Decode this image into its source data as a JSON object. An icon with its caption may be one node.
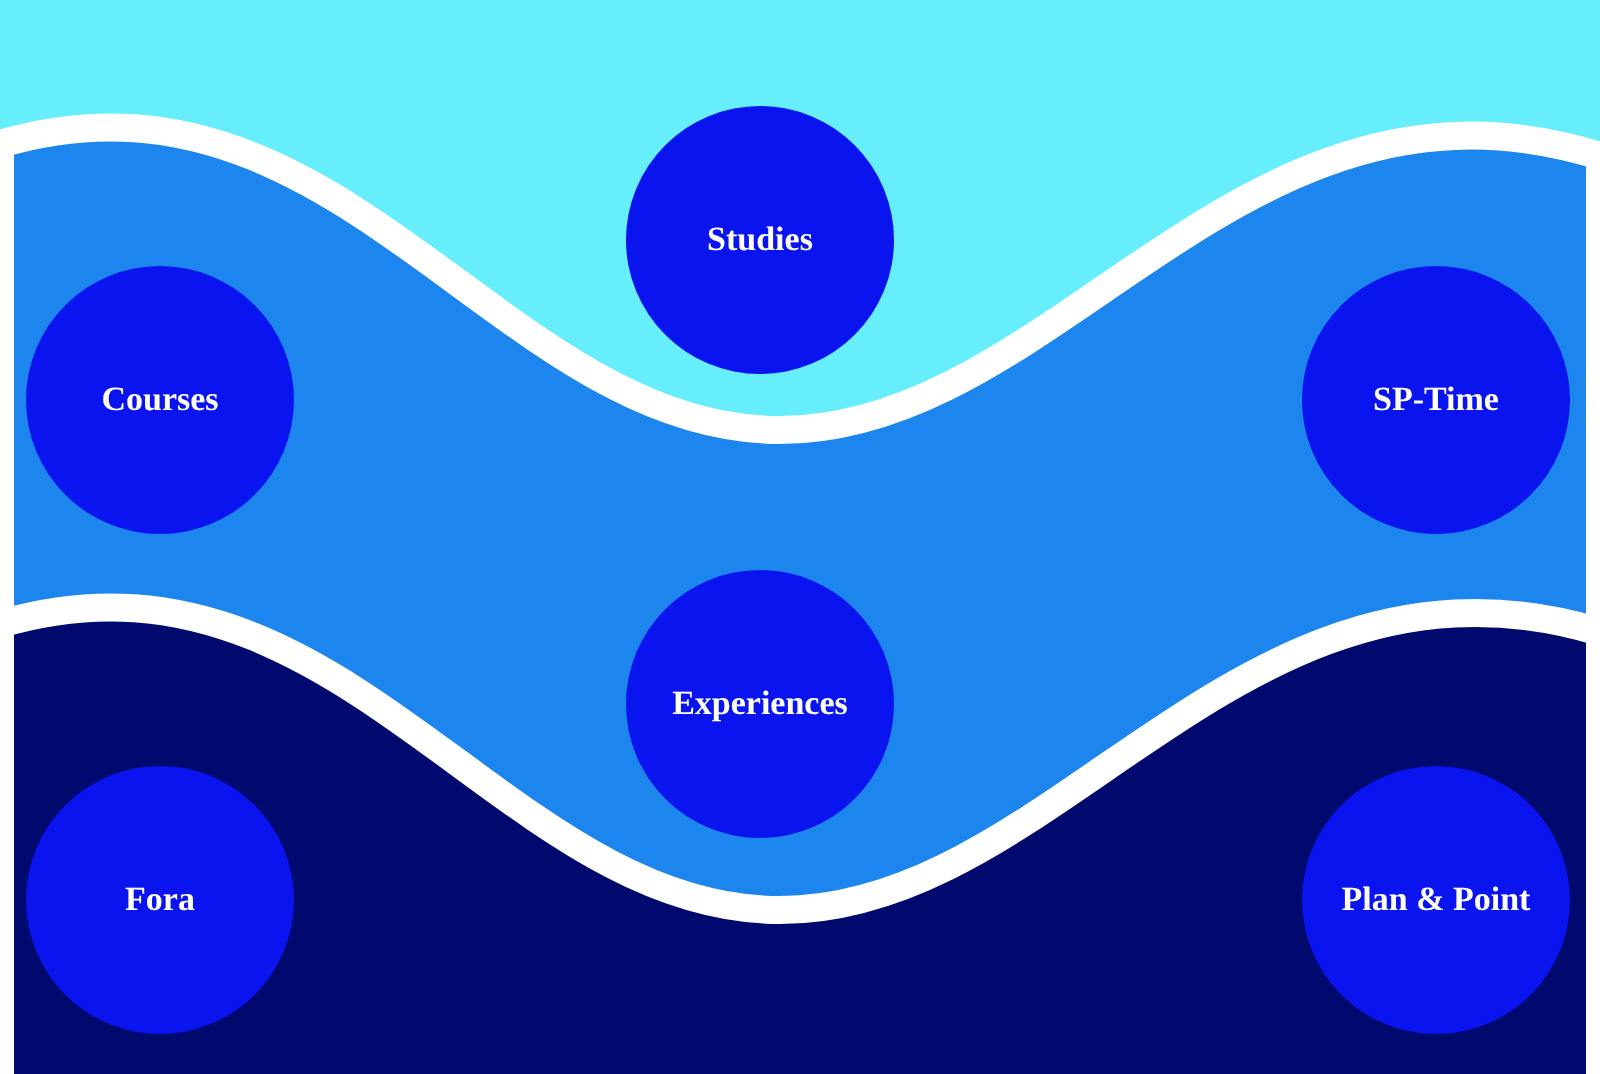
{
  "diagram": {
    "nodes": [
      {
        "text": [
          "Studies"
        ]
      },
      {
        "text": [
          "Courses"
        ]
      },
      {
        "text": [
          "SP-Time"
        ]
      },
      {
        "text": [
          "Experiences"
        ]
      },
      {
        "text": [
          "Fora"
        ]
      },
      {
        "text": [
          "Plan & Point"
        ]
      }
    ]
  }
}
